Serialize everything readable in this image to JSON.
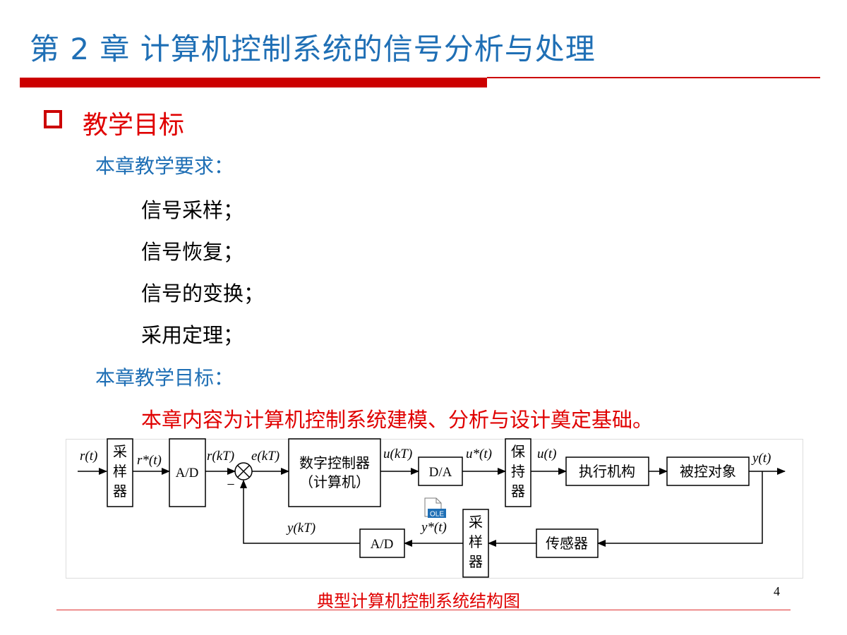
{
  "slide": {
    "title": "第 2 章  计算机控制系统的信号分析与处理",
    "heading": "教学目标",
    "requirements_label": "本章教学要求：",
    "requirements": [
      "信号采样；",
      "信号恢复；",
      "信号的变换；",
      "采用定理；"
    ],
    "goals_label": "本章教学目标：",
    "goal_text": "本章内容为计算机控制系统建模、分析与设计奠定基础。",
    "caption": "典型计算机控制系统结构图",
    "page_number": "4"
  },
  "diagram": {
    "sampler1": [
      "采",
      "样",
      "器"
    ],
    "ad1": "A/D",
    "controller": "数字控制器",
    "controller_sub": "（计算机）",
    "da": "D/A",
    "holder": [
      "保",
      "持",
      "器"
    ],
    "actuator": "执行机构",
    "plant": "被控对象",
    "sensor": "传感器",
    "ad2": "A/D",
    "sampler2": [
      "采",
      "样",
      "器"
    ],
    "sum_minus": "−",
    "ole_badge": "OLE",
    "signals": {
      "r": "r(t)",
      "rstar": "r*(t)",
      "rkt": "r(kT)",
      "ekt": "e(kT)",
      "ukt": "u(kT)",
      "ustar": "u*(t)",
      "u": "u(t)",
      "y": "y(t)",
      "ykt": "y(kT)",
      "ystar": "y*(t)"
    },
    "colors": {
      "ole": "#1f6fb5"
    }
  }
}
